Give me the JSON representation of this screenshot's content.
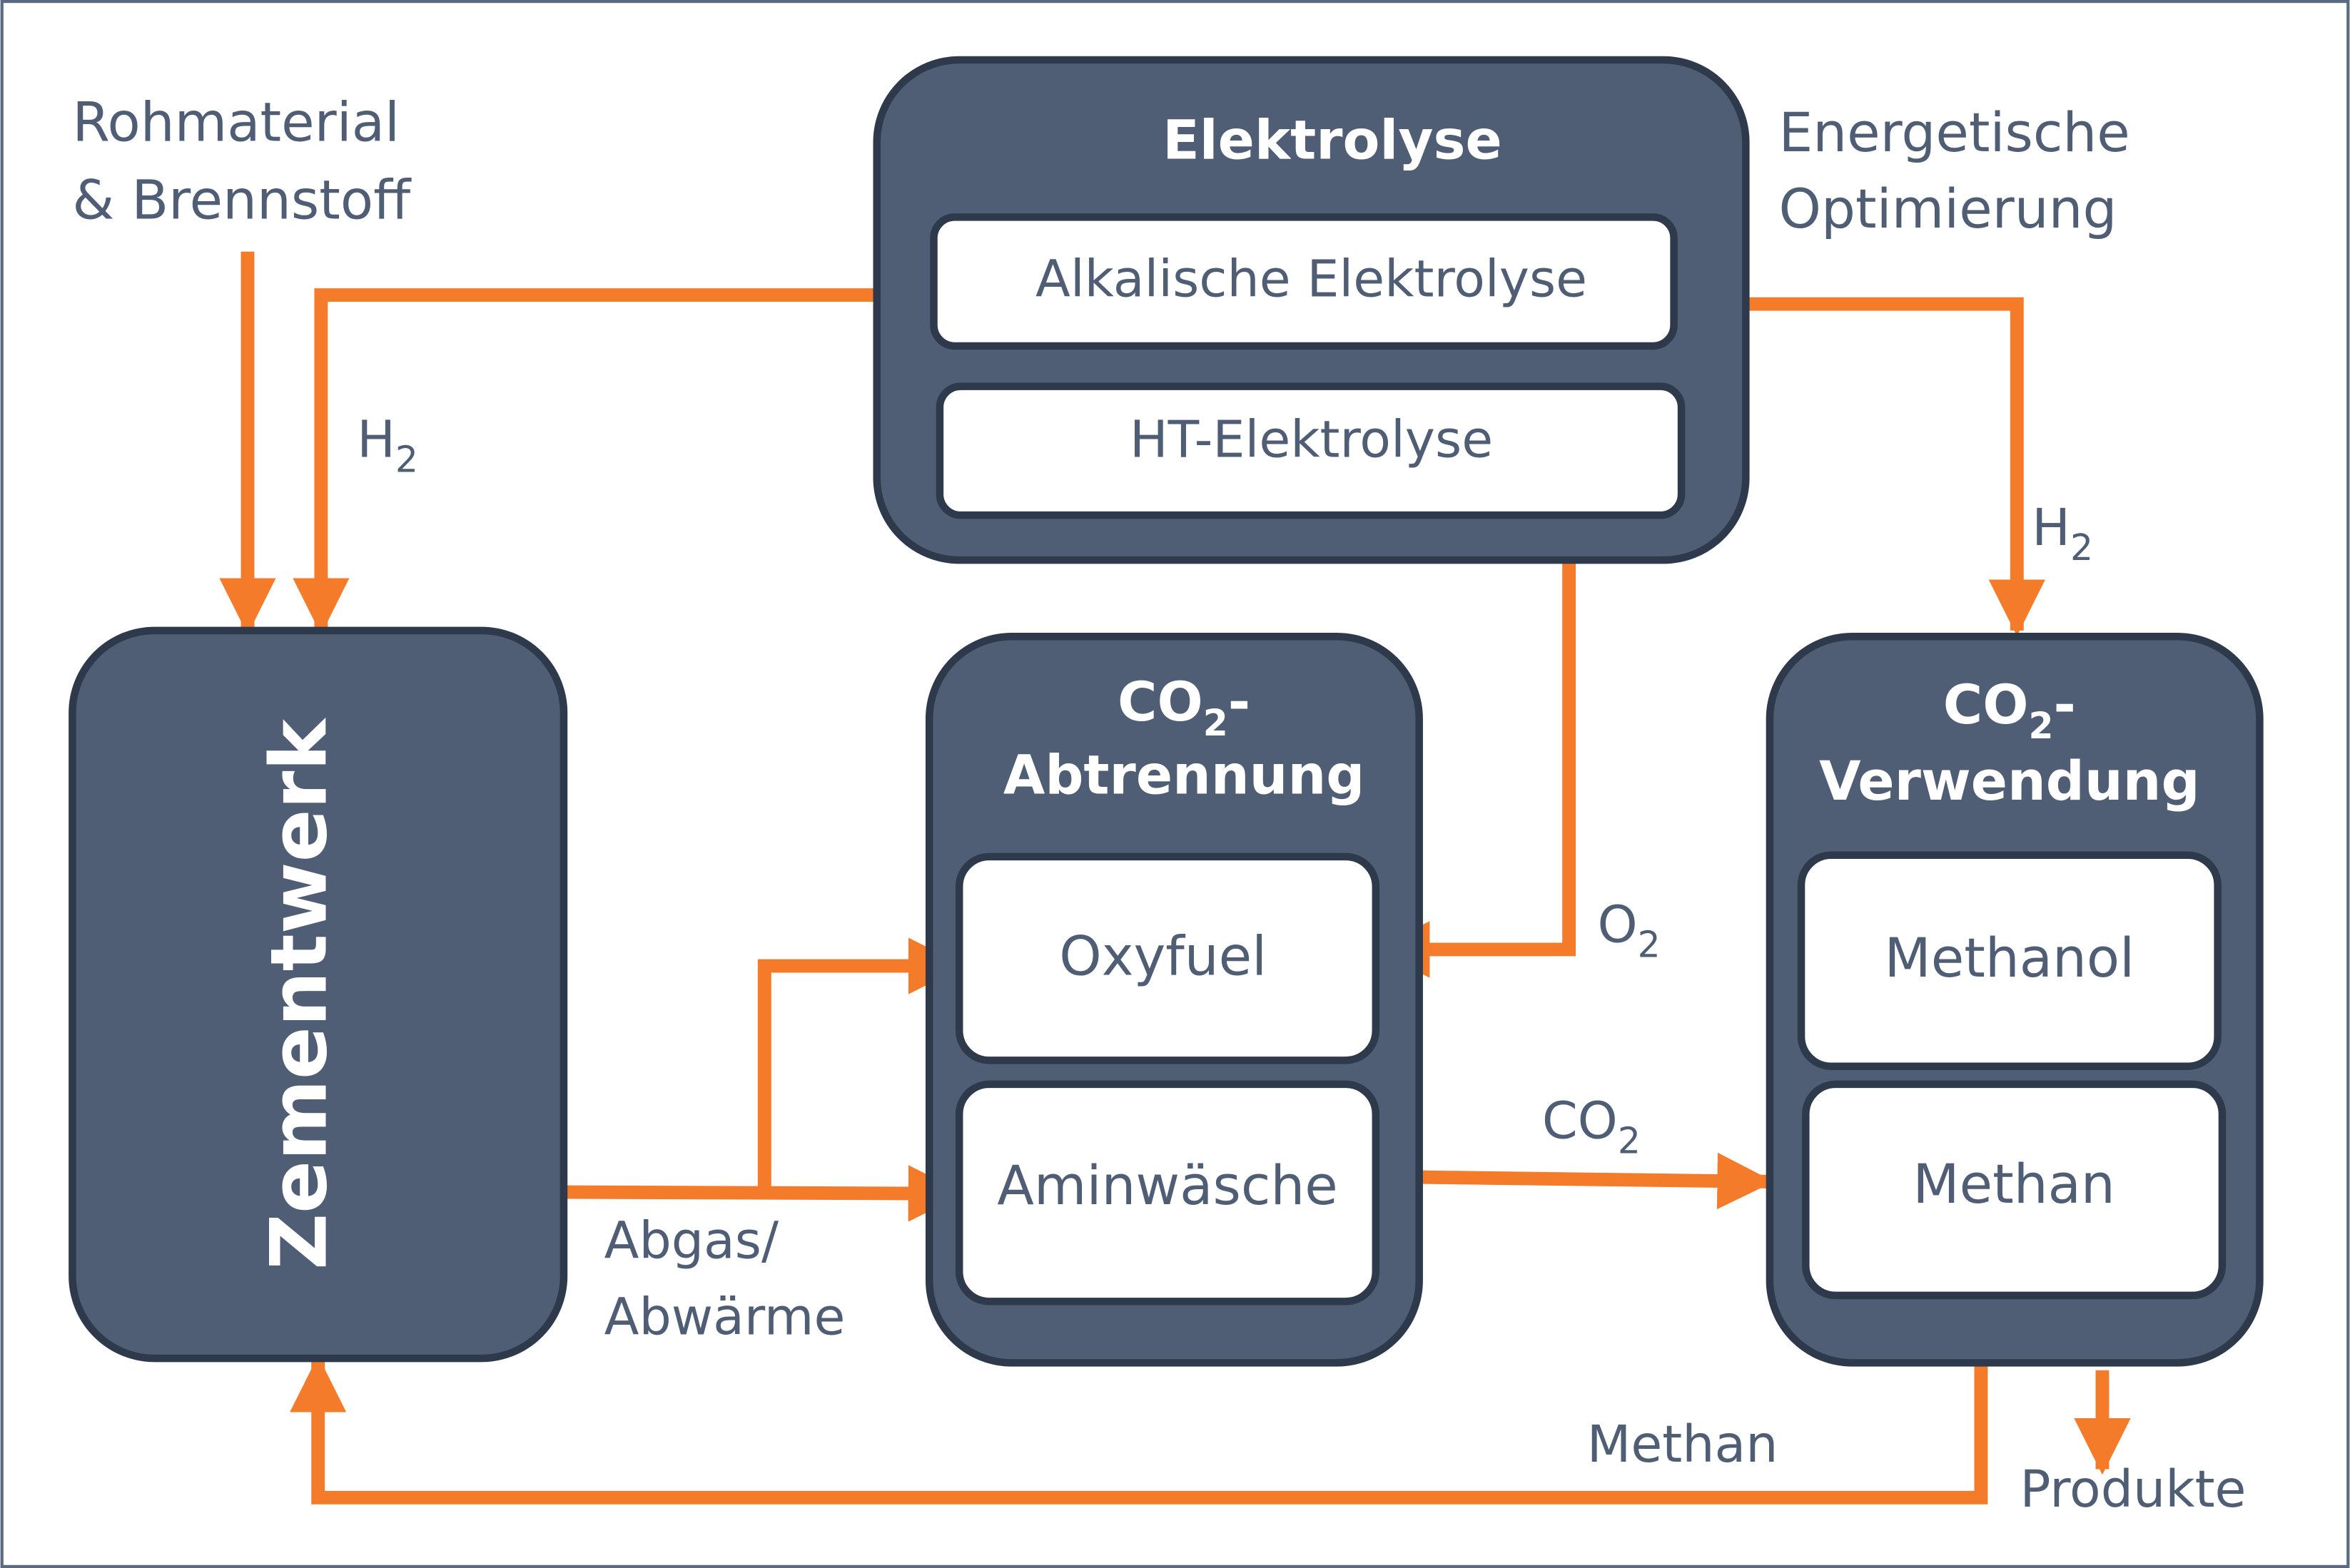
{
  "colors": {
    "box_fill": "#4f5e74",
    "box_stroke": "#2e3a4c",
    "arrow": "#f47b2a",
    "text": "#4f5e74",
    "frame": "#5a6a80"
  },
  "inputs": {
    "rohmaterial_line1": "Rohmaterial",
    "rohmaterial_line2": "& Brennstoff",
    "energetische_line1": "Energetische",
    "energetische_line2": "Optimierung"
  },
  "elektrolyse": {
    "title": "Elektrolyse",
    "items": [
      "Alkalische Elektrolyse",
      "HT-Elektrolyse"
    ]
  },
  "zementwerk": {
    "title": "Zementwerk"
  },
  "abtrennung": {
    "title_prefix": "CO",
    "title_sub": "2",
    "title_suffix": "-",
    "title_line2": "Abtrennung",
    "items": [
      "Oxyfuel",
      "Aminwäsche"
    ]
  },
  "verwendung": {
    "title_prefix": "CO",
    "title_sub": "2",
    "title_suffix": "-",
    "title_line2": "Verwendung",
    "items": [
      "Methanol",
      "Methan"
    ]
  },
  "flows": {
    "h2_left": {
      "main": "H",
      "sub": "2"
    },
    "h2_right": {
      "main": "H",
      "sub": "2"
    },
    "o2": {
      "main": "O",
      "sub": "2"
    },
    "co2": {
      "main": "CO",
      "sub": "2"
    },
    "abgas_line1": "Abgas/",
    "abgas_line2": "Abwärme",
    "methan_return": "Methan",
    "produkte": "Produkte"
  }
}
